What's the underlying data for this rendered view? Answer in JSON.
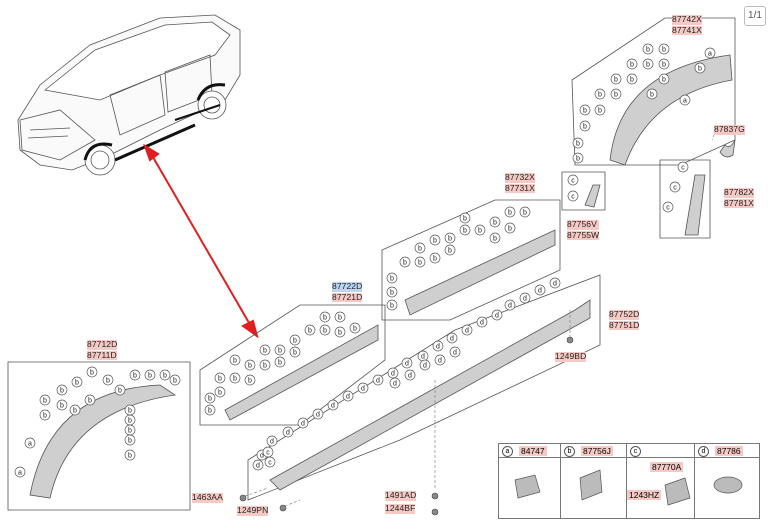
{
  "page_indicator": "1/1",
  "callout_letters": {
    "a": "a",
    "b": "b",
    "c": "c",
    "d": "d"
  },
  "parts": {
    "rear_arch": [
      "87742X",
      "87741X"
    ],
    "rear_arch_insert": [
      "87837G"
    ],
    "rear_door_molding": [
      "87732X",
      "87731X"
    ],
    "small_trim_c": [
      "87756V",
      "87755W"
    ],
    "qtr_trim": [
      "87782X",
      "87781X"
    ],
    "front_door_molding": [
      "87722D",
      "87721D"
    ],
    "front_arch": [
      "87712D",
      "87711D"
    ],
    "side_sill": [
      "87752D",
      "87751D"
    ],
    "screw_right": [
      "1249BD"
    ],
    "clip_1463": [
      "1463AA"
    ],
    "screw_1249pn": [
      "1249PN"
    ],
    "clip_1491": [
      "1491AD"
    ],
    "clip_1244": [
      "1244BF"
    ]
  },
  "legend": [
    {
      "letter": "a",
      "part": "84747"
    },
    {
      "letter": "b",
      "part": "87756J"
    },
    {
      "letter": "c",
      "part": "87770A",
      "sub": "1243HZ"
    },
    {
      "letter": "d",
      "part": "87786"
    }
  ],
  "colors": {
    "arrow": "#e02020",
    "label_bg": "#f6c9c4",
    "highlight_bg": "#bcd6f2"
  }
}
